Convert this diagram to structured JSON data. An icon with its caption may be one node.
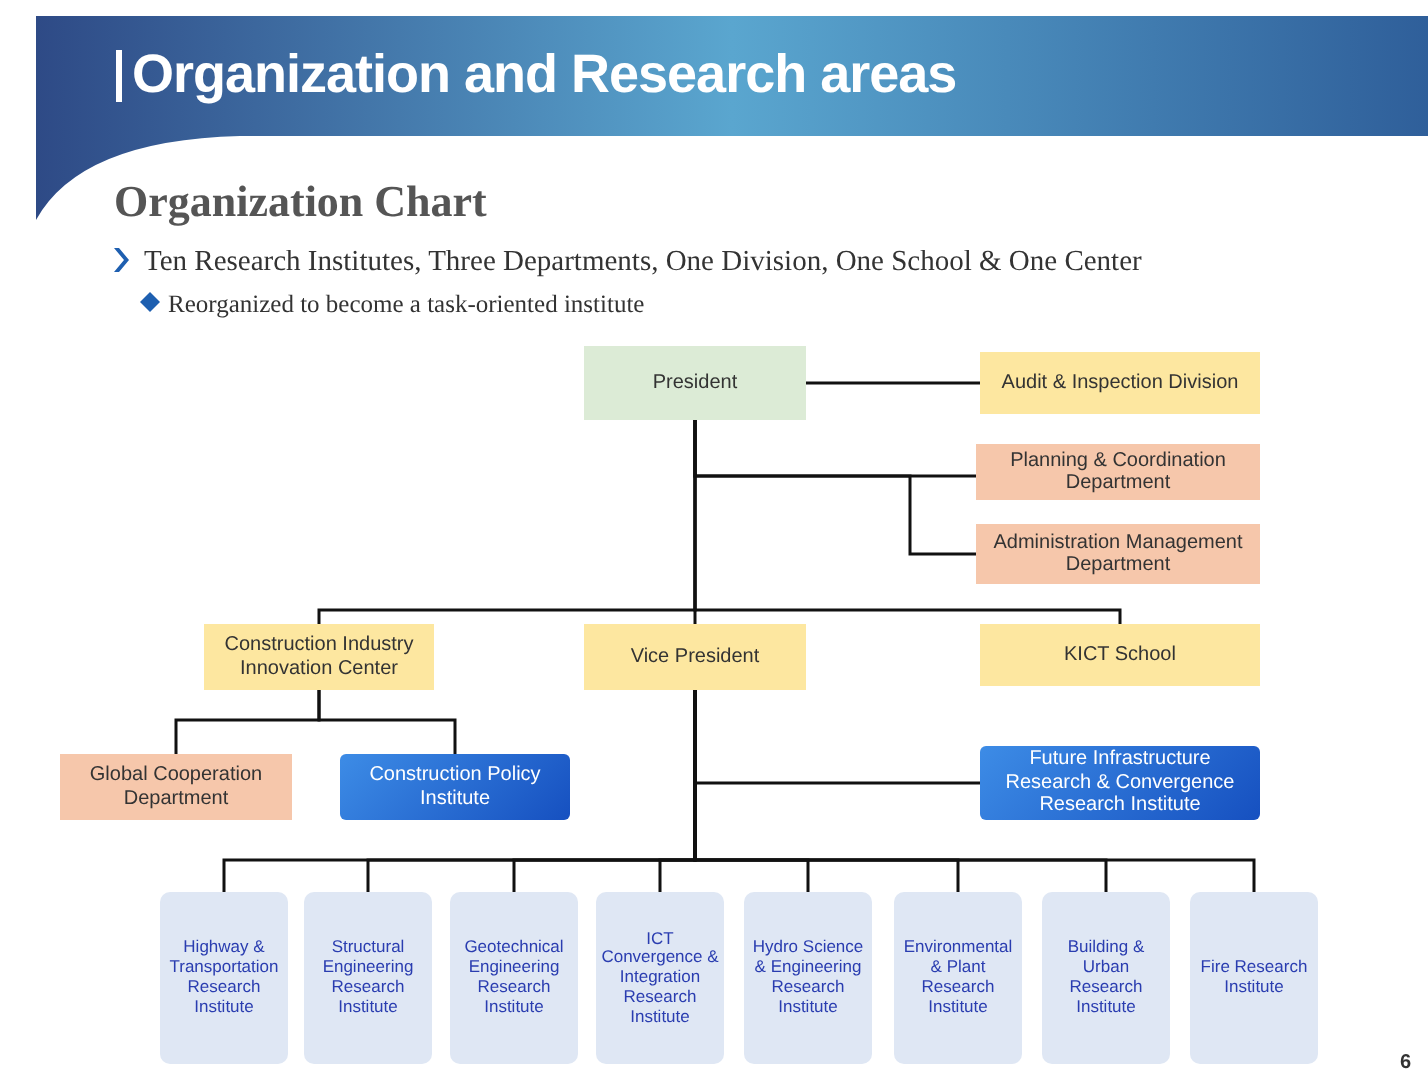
{
  "diagram": {
    "title": "Organization and Research areas",
    "nodes": [
      {
        "text": [
          "President"
        ]
      },
      {
        "text": [
          "Audit & Inspection Division"
        ]
      },
      {
        "text": [
          "Planning & Coordination Department"
        ]
      },
      {
        "text": [
          "Administration Management Department"
        ]
      },
      {
        "text": [
          "Construction Industry Innovation Center"
        ]
      },
      {
        "text": [
          "Vice President"
        ]
      },
      {
        "text": [
          "KICT School"
        ]
      },
      {
        "text": [
          "Global Cooperation Department"
        ]
      },
      {
        "text": [
          "Construction Policy Institute"
        ]
      },
      {
        "text": [
          "Future Infrastructure Research & Convergence Research Institute"
        ]
      },
      {
        "text": [
          "Highway & Transportation Research Institute"
        ]
      },
      {
        "text": [
          "Structural Engineering Research Institute"
        ]
      },
      {
        "text": [
          "Geotechnical Engineering Research Institute"
        ]
      },
      {
        "text": [
          "ICT Convergence & Integration Research Institute"
        ]
      },
      {
        "text": [
          "Hydro Science & Engineering Research Institute"
        ]
      },
      {
        "text": [
          "Environmental & Plant Research Institute"
        ]
      },
      {
        "text": [
          "Building & Urban Research Institute"
        ]
      },
      {
        "text": [
          "Fire Research Institute"
        ]
      }
    ],
    "edges": [
      {
        "from": 0,
        "to": 1,
        "arrow": "none"
      },
      {
        "from": 0,
        "to": 2,
        "arrow": "none"
      },
      {
        "from": 0,
        "to": 3,
        "arrow": "none"
      },
      {
        "from": 0,
        "to": 4,
        "arrow": "none"
      },
      {
        "from": 0,
        "to": 5,
        "arrow": "none"
      },
      {
        "from": 0,
        "to": 6,
        "arrow": "none"
      },
      {
        "from": 4,
        "to": 7,
        "arrow": "none"
      },
      {
        "from": 4,
        "to": 8,
        "arrow": "none"
      },
      {
        "from": 5,
        "to": 9,
        "arrow": "none"
      },
      {
        "from": 5,
        "to": 10,
        "arrow": "none"
      },
      {
        "from": 5,
        "to": 11,
        "arrow": "none"
      },
      {
        "from": 5,
        "to": 12,
        "arrow": "none"
      },
      {
        "from": 5,
        "to": 13,
        "arrow": "none"
      },
      {
        "from": 5,
        "to": 14,
        "arrow": "none"
      },
      {
        "from": 5,
        "to": 15,
        "arrow": "none"
      },
      {
        "from": 5,
        "to": 16,
        "arrow": "none"
      },
      {
        "from": 5,
        "to": 17,
        "arrow": "none"
      }
    ],
    "labels": [
      "Organization Chart",
      "Ten Research Institutes, Three Departments, One Division, One School & One Center",
      "Reorganized to become a task-oriented institute",
      "6"
    ]
  }
}
